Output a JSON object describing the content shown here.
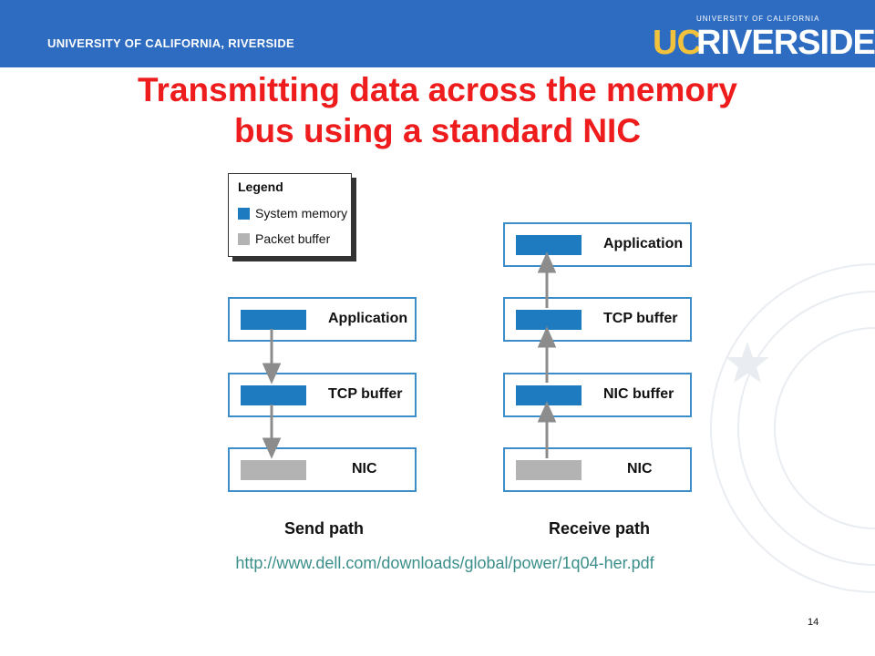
{
  "header": {
    "institution": "UNIVERSITY OF CALIFORNIA, RIVERSIDE",
    "logo_small": "UNIVERSITY OF CALIFORNIA",
    "logo_uc": "UC",
    "logo_name": "RIVERSIDE"
  },
  "slide": {
    "title_line1": "Transmitting data across the memory",
    "title_line2": "bus using a standard NIC",
    "url": "http://www.dell.com/downloads/global/power/1q04-her.pdf",
    "page_number": "14"
  },
  "legend": {
    "title": "Legend",
    "items": [
      {
        "label": "System memory",
        "color": "#1e7bbf"
      },
      {
        "label": "Packet buffer",
        "color": "#b3b3b3"
      }
    ]
  },
  "send_path": {
    "label": "Send path",
    "boxes": [
      {
        "label": "Application",
        "kind": "System memory"
      },
      {
        "label": "TCP buffer",
        "kind": "System memory"
      },
      {
        "label": "NIC",
        "kind": "Packet buffer"
      }
    ],
    "arrow_direction": "down"
  },
  "receive_path": {
    "label": "Receive path",
    "boxes": [
      {
        "label": "Application",
        "kind": "System memory"
      },
      {
        "label": "TCP buffer",
        "kind": "System memory"
      },
      {
        "label": "NIC buffer",
        "kind": "System memory"
      },
      {
        "label": "NIC",
        "kind": "Packet buffer"
      }
    ],
    "arrow_direction": "up"
  },
  "colors": {
    "header_bg": "#2d6cc0",
    "title": "#ee1c1c",
    "box_border": "#3d8dc8",
    "arrow": "#8c8c8c",
    "url": "#3b8f8a",
    "logo_uc": "#f3c23c"
  }
}
